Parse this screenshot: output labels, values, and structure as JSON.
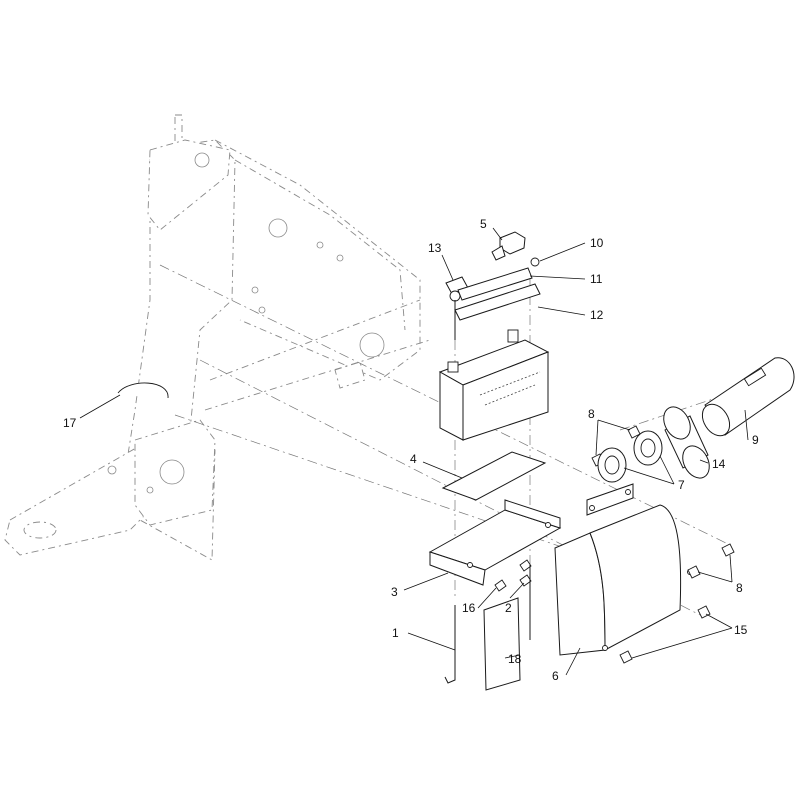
{
  "diagram": {
    "callouts": [
      {
        "id": "c1",
        "label": "1"
      },
      {
        "id": "c2",
        "label": "2"
      },
      {
        "id": "c3",
        "label": "3"
      },
      {
        "id": "c4",
        "label": "4"
      },
      {
        "id": "c5",
        "label": "5"
      },
      {
        "id": "c6",
        "label": "6"
      },
      {
        "id": "c7",
        "label": "7"
      },
      {
        "id": "c8a",
        "label": "8"
      },
      {
        "id": "c8b",
        "label": "8"
      },
      {
        "id": "c9",
        "label": "9"
      },
      {
        "id": "c10",
        "label": "10"
      },
      {
        "id": "c11",
        "label": "11"
      },
      {
        "id": "c12",
        "label": "12"
      },
      {
        "id": "c13",
        "label": "13"
      },
      {
        "id": "c14",
        "label": "14"
      },
      {
        "id": "c15",
        "label": "15"
      },
      {
        "id": "c16",
        "label": "16"
      },
      {
        "id": "c17",
        "label": "17"
      },
      {
        "id": "c18",
        "label": "18"
      }
    ]
  }
}
